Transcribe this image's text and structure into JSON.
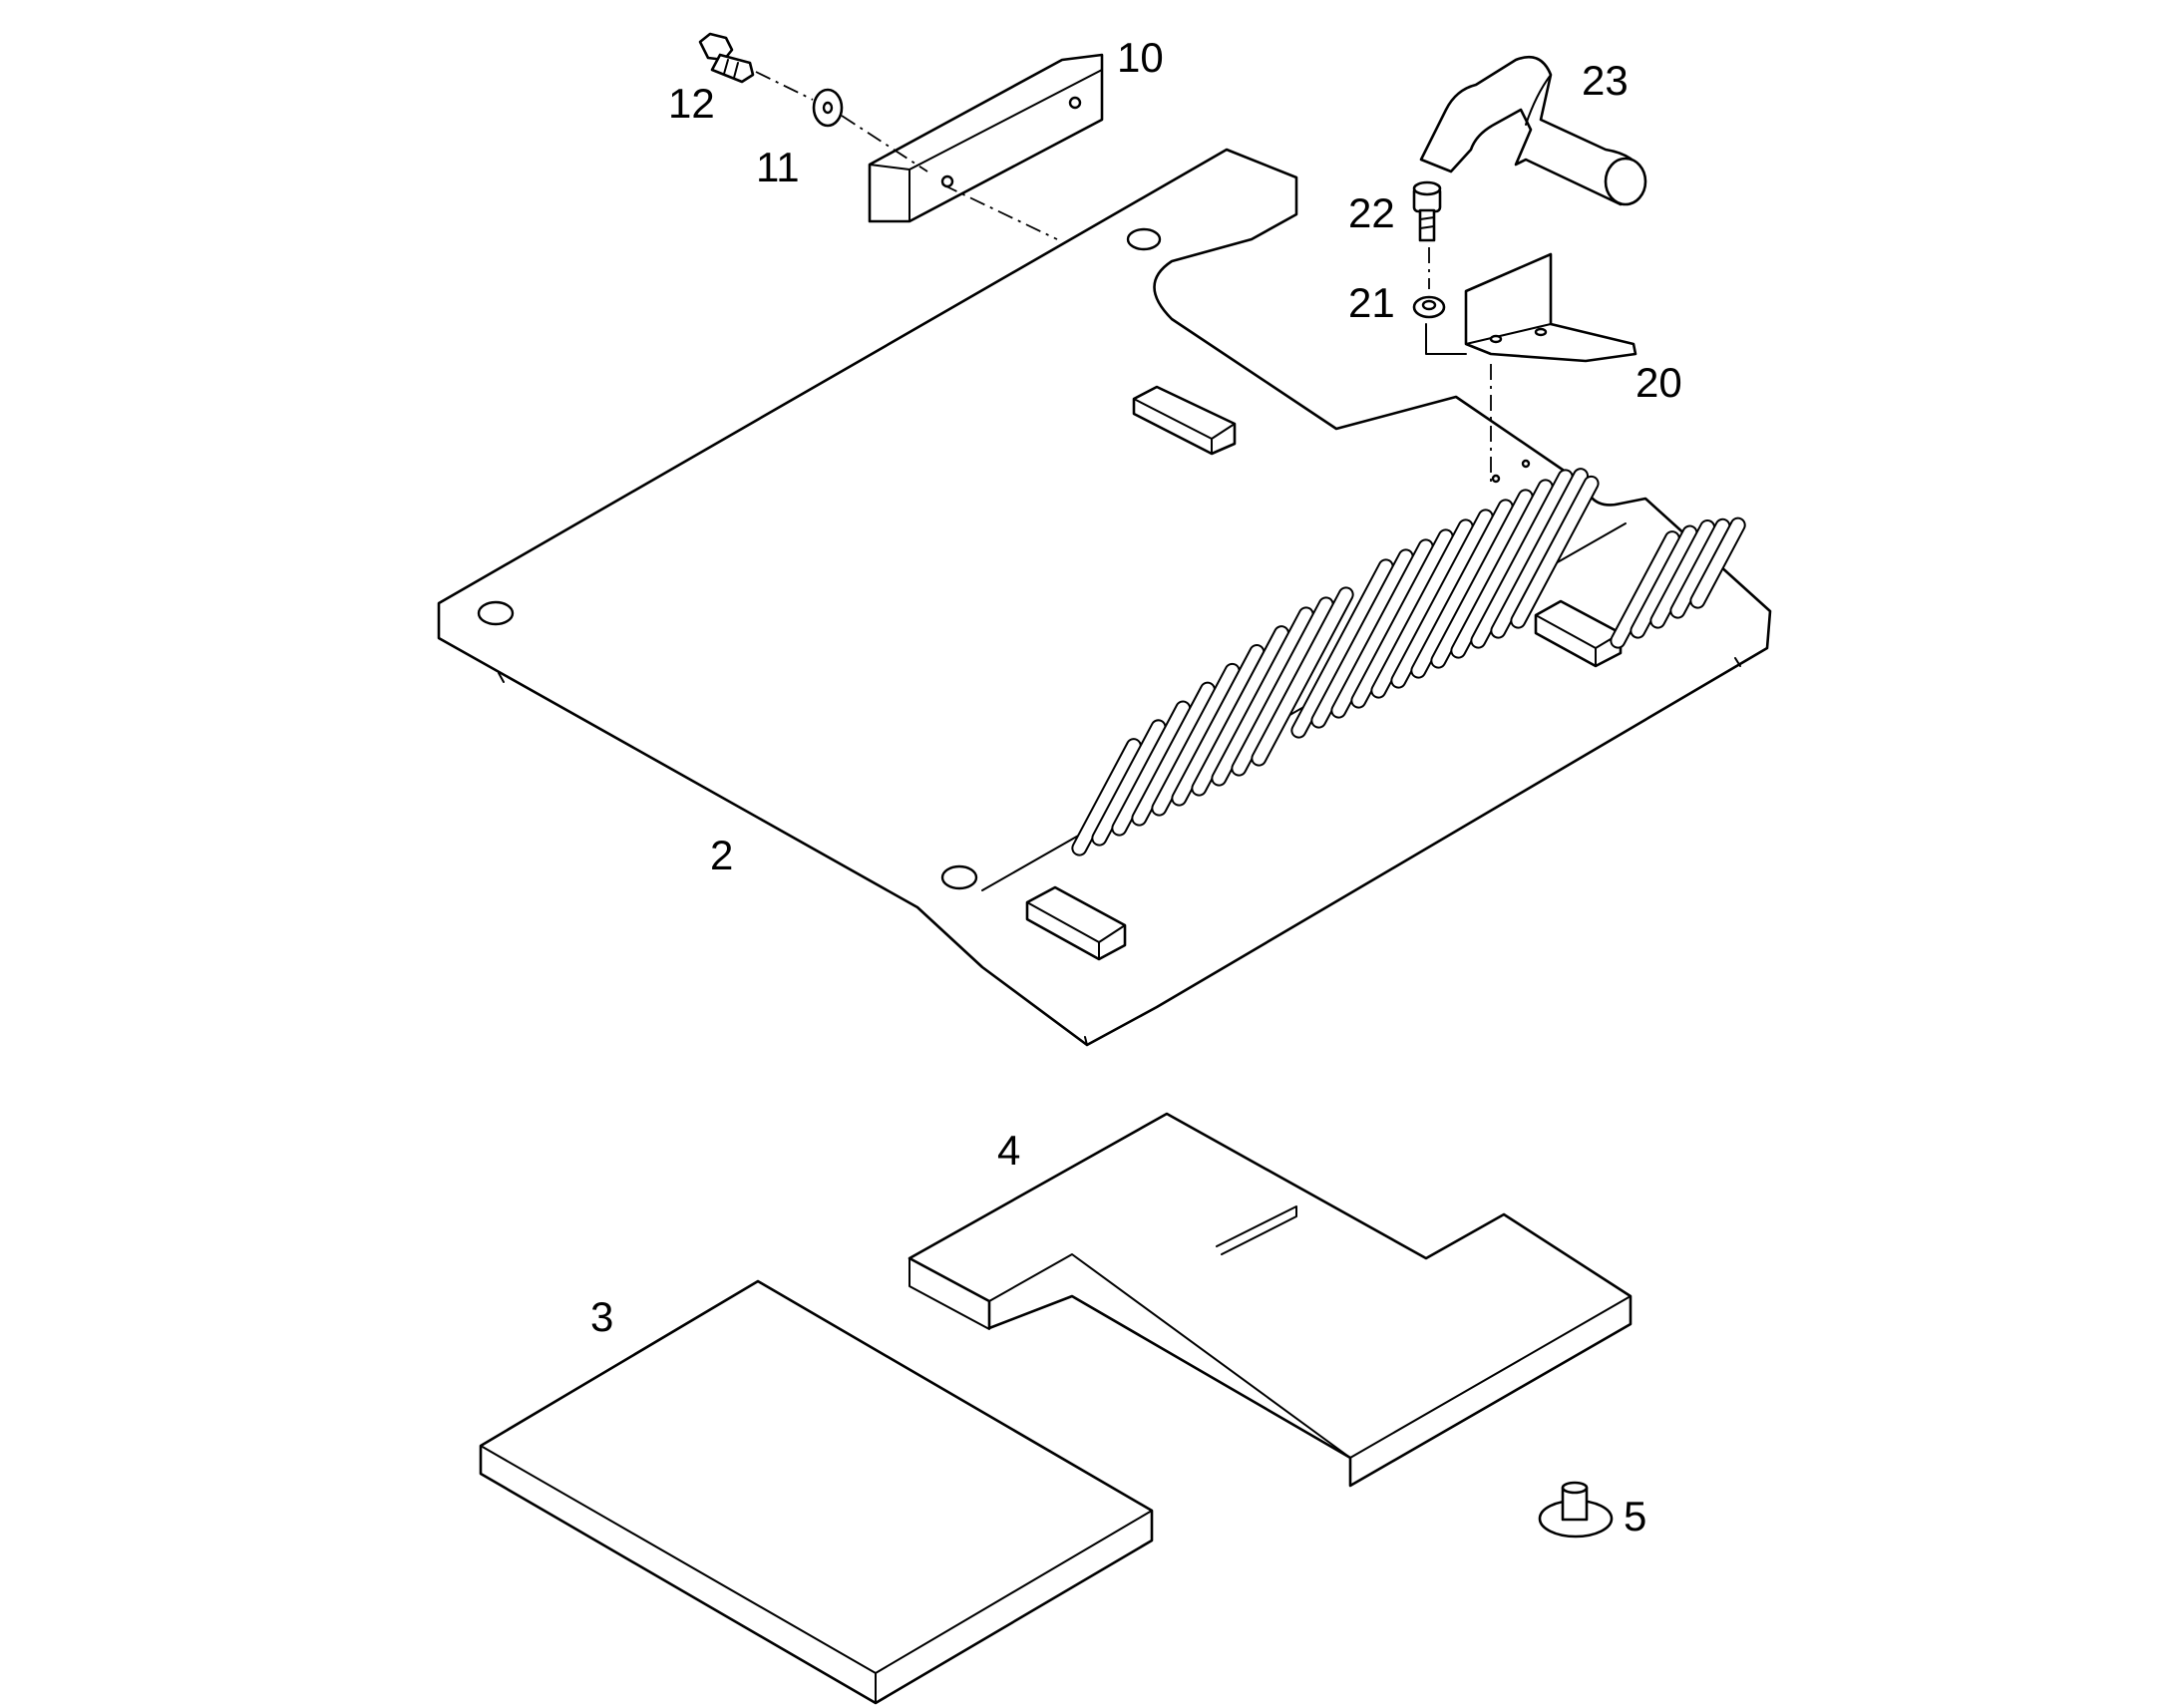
{
  "diagram": {
    "callouts": [
      {
        "id": "2",
        "label": "2"
      },
      {
        "id": "3",
        "label": "3"
      },
      {
        "id": "4",
        "label": "4"
      },
      {
        "id": "5",
        "label": "5"
      },
      {
        "id": "10",
        "label": "10"
      },
      {
        "id": "11",
        "label": "11"
      },
      {
        "id": "12",
        "label": "12"
      },
      {
        "id": "20",
        "label": "20"
      },
      {
        "id": "21",
        "label": "21"
      },
      {
        "id": "22",
        "label": "22"
      },
      {
        "id": "23",
        "label": "23"
      }
    ]
  },
  "colors": {
    "line": "#000000",
    "background": "#ffffff"
  }
}
